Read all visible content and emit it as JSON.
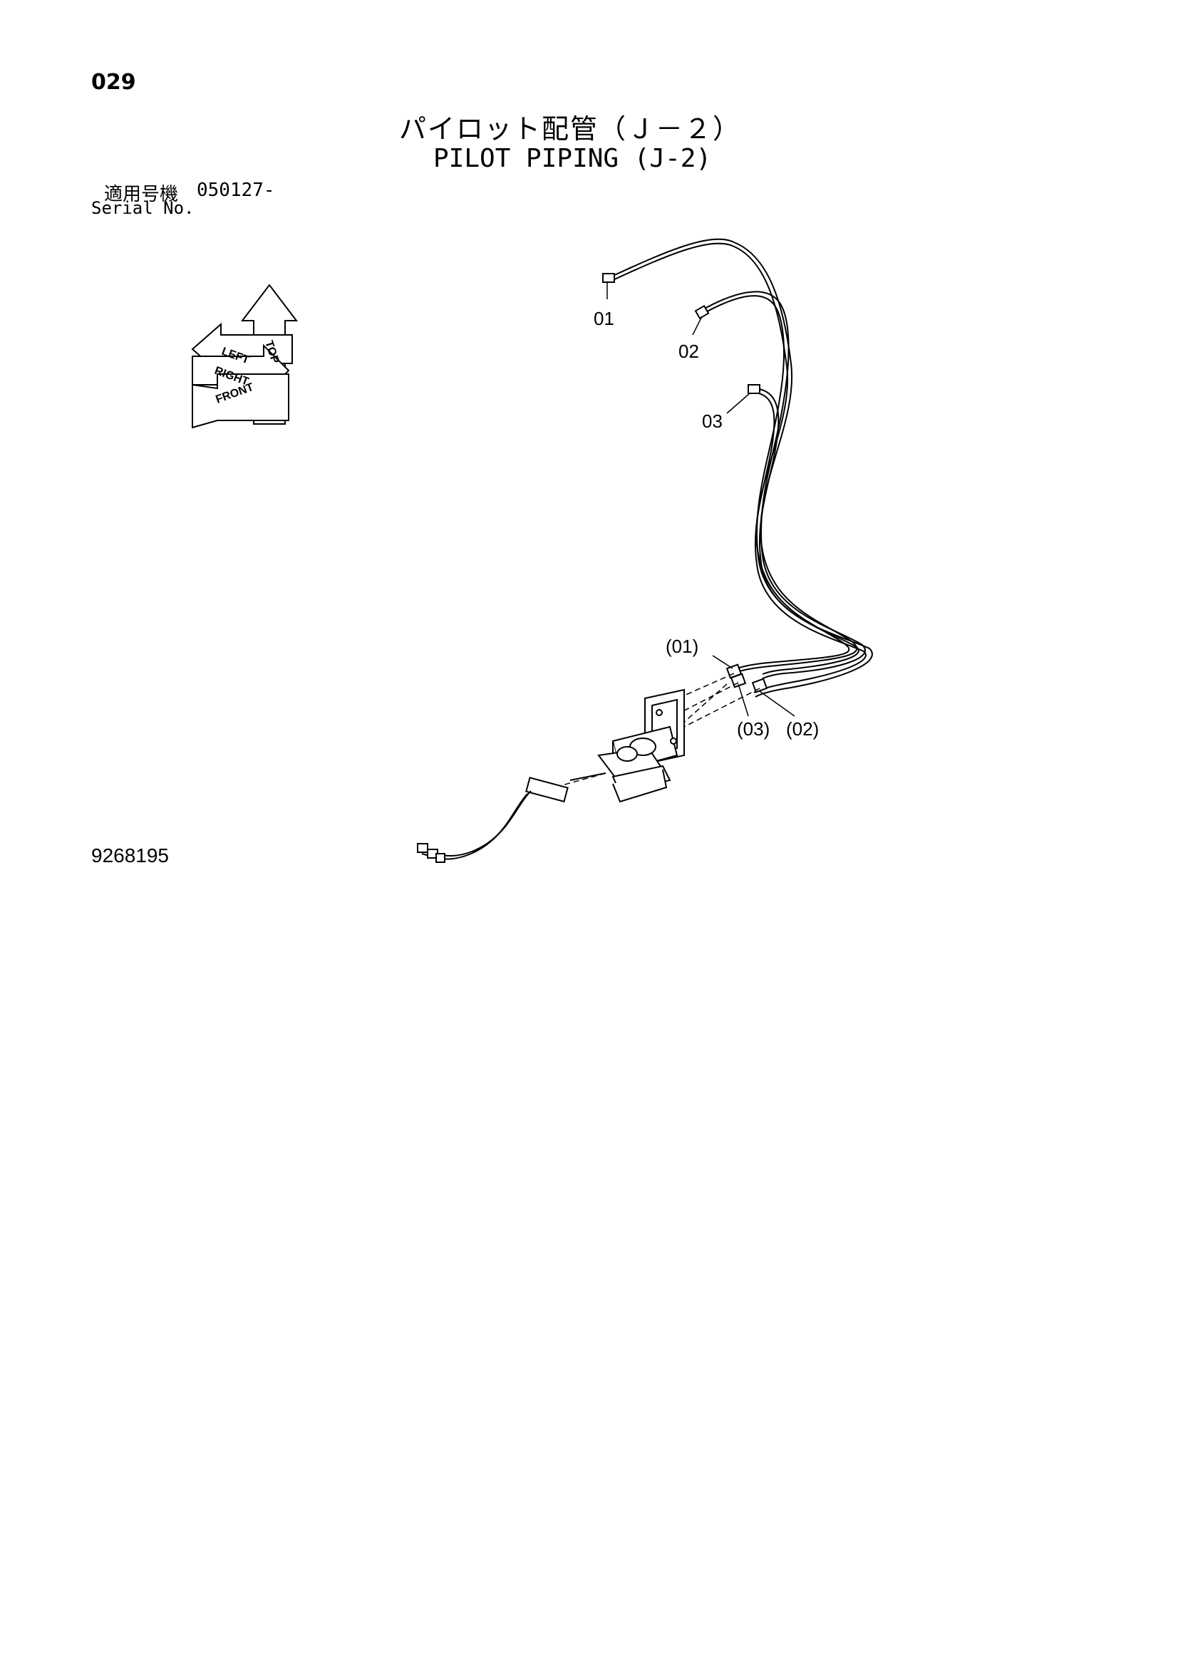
{
  "page_number": "029",
  "title_jp": "パイロット配管（Ｊ－２）",
  "title_en": "PILOT PIPING (J-2)",
  "serial": {
    "label_jp": "適用号機",
    "value": "050127-",
    "label_en": "Serial No."
  },
  "drawing_number": "9268195",
  "orientation": {
    "top": "TOP",
    "left": "LEFT",
    "right": "RIGHT",
    "front": "FRONT"
  },
  "callouts": {
    "c01": "01",
    "c02": "02",
    "c03": "03",
    "c01p": "(01)",
    "c03p": "(03)",
    "c02p": "(02)"
  },
  "colors": {
    "ink": "#000000",
    "paper": "#ffffff"
  }
}
